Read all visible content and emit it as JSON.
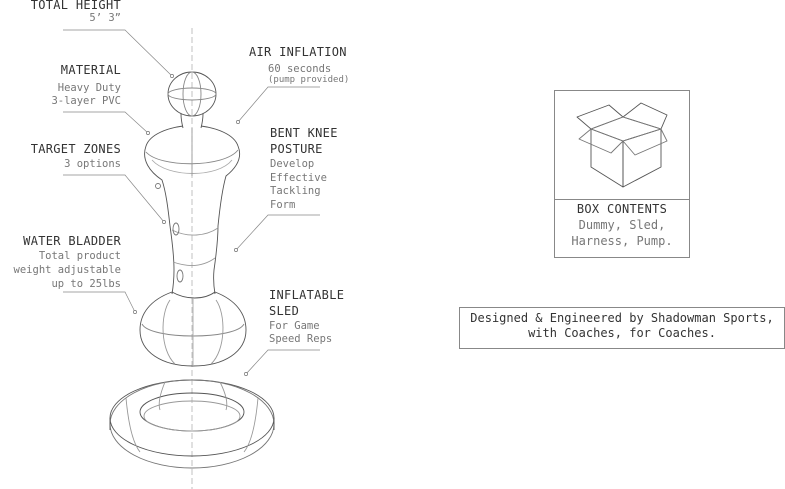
{
  "callouts": {
    "total_height": {
      "title": "TOTAL HEIGHT",
      "lines": [
        "5’ 3”"
      ]
    },
    "material": {
      "title": "MATERIAL",
      "lines": [
        "Heavy Duty",
        "3-layer PVC"
      ]
    },
    "target_zones": {
      "title": "TARGET ZONES",
      "lines": [
        "3 options"
      ]
    },
    "water_bladder": {
      "title": "WATER BLADDER",
      "lines": [
        "Total product",
        "weight adjustable",
        "up to 25lbs"
      ]
    },
    "air_inflation": {
      "title": "AIR INFLATION",
      "lines": [
        "60 seconds",
        "(pump provided)"
      ]
    },
    "bent_knee": {
      "title_lines": [
        "BENT KNEE",
        "POSTURE"
      ],
      "lines": [
        "Develop",
        "Effective",
        "Tackling",
        "Form"
      ]
    },
    "inflatable_sled": {
      "title_lines": [
        "INFLATABLE",
        "SLED"
      ],
      "lines": [
        "For Game",
        "Speed Reps"
      ]
    }
  },
  "box_contents": {
    "title": "BOX CONTENTS",
    "lines": [
      "Dummy, Sled,",
      "Harness, Pump."
    ],
    "icon": "open-box-icon"
  },
  "credit": {
    "lines": [
      "Designed & Engineered by Shadowman Sports,",
      "with Coaches, for Coaches."
    ]
  }
}
